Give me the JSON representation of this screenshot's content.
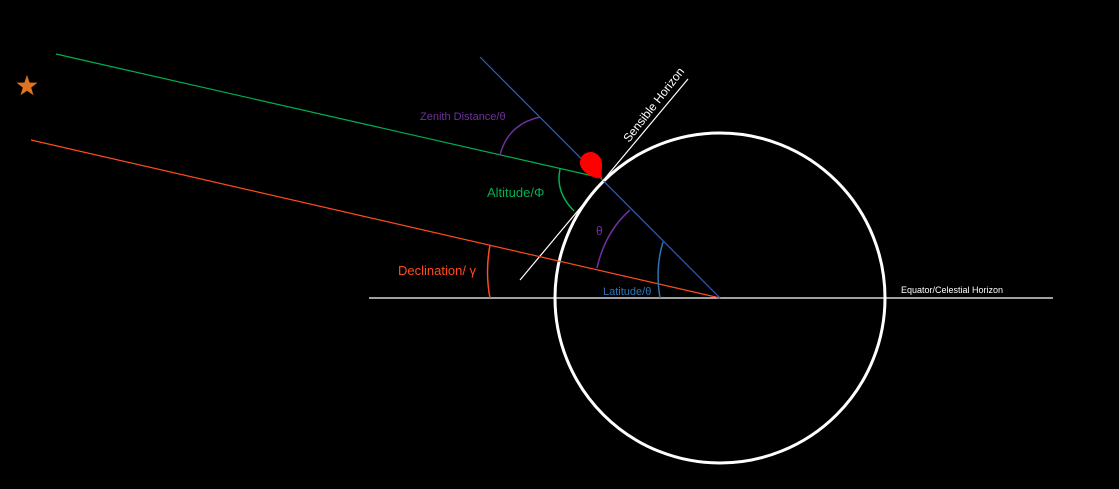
{
  "diagram": {
    "background": "#000000",
    "labels": {
      "zenith_distance": "Zenith Distance/θ",
      "altitude": "Altitude/Φ",
      "theta": "θ",
      "declination": "Declination/ γ",
      "latitude": "Latitude/θ",
      "sensible_horizon": "Sensible Horizon",
      "equator": "Equator/Celestial Horizon"
    },
    "colors": {
      "zenith_distance": "#7030a0",
      "altitude": "#00b050",
      "theta": "#7030a0",
      "declination": "#ff4b1f",
      "latitude": "#2e75b6",
      "sensible_horizon": "#ffffff",
      "equator": "#ffffff",
      "earth": "#ffffff",
      "star_ray": "#00b050",
      "center_ray": "#ff4b1f",
      "zenith_line": "#2e5fb5",
      "observer": "#ff0000",
      "star": "#e0731f"
    },
    "icons": {
      "star": "star-icon",
      "observer": "observer-marker-icon"
    }
  }
}
